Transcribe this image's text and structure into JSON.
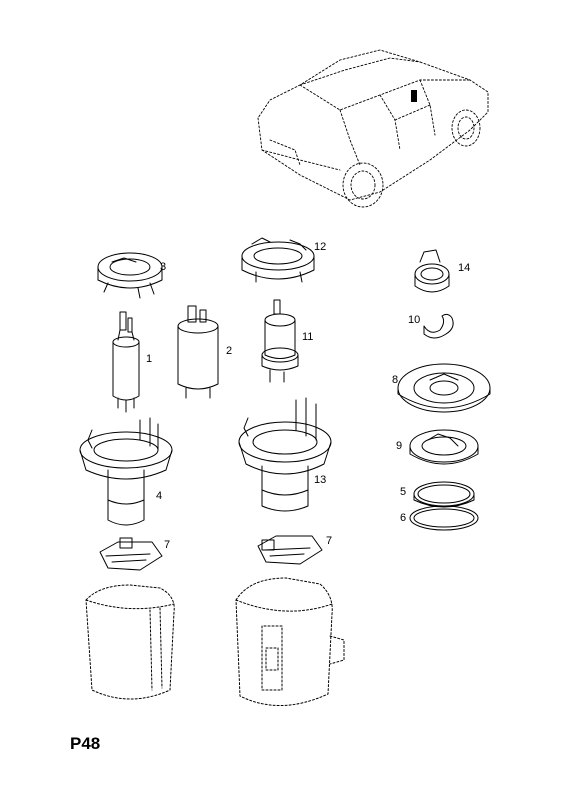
{
  "page_code": "P48",
  "callouts": {
    "c1": "1",
    "c2": "2",
    "c3": "3",
    "c4": "4",
    "c5": "5",
    "c6": "6",
    "c7a": "7",
    "c7b": "7",
    "c8": "8",
    "c9": "9",
    "c10": "10",
    "c11": "11",
    "c12": "12",
    "c13": "13",
    "c14": "14"
  }
}
